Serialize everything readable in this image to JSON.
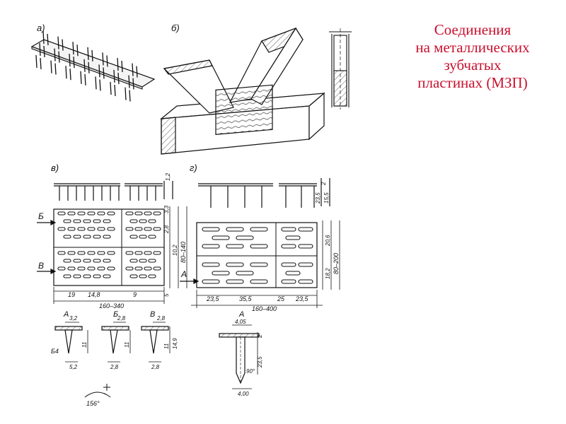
{
  "title": {
    "lines": [
      "Соединения",
      "на металлических",
      "зубчатых",
      "пластинах (МЗП)"
    ],
    "color": "#c8102e"
  },
  "panels": {
    "a": {
      "label": "а)"
    },
    "b": {
      "label": "б)"
    },
    "v": {
      "label": "в)"
    },
    "g": {
      "label": "г)"
    }
  },
  "labels_v": {
    "section_b": "Б",
    "section_v": "В",
    "dim_19": "19",
    "dim_14_8": "14,8",
    "dim_9": "9",
    "dim_160_340": "160–340",
    "dim_80_140": "80–140",
    "dim_1_2": "1,2",
    "dim_3_3": "3,3",
    "dim_2_8": "2,8",
    "dim_10_2": "10,2",
    "dim_5": "5",
    "section_a": "А",
    "sec_a_label": "А",
    "sec_b_label": "Б",
    "sec_v_label": "В",
    "dim_3_2": "3,2",
    "dim_5_2": "5,2",
    "dim_11": "11",
    "dim_14_9": "14,9",
    "dim_b4": "Б4",
    "angle_156": "156°"
  },
  "labels_g": {
    "section_a": "А",
    "dim_23_5a": "23,5",
    "dim_35_5": "35,5",
    "dim_25": "25",
    "dim_23_5b": "23,5",
    "dim_160_400": "160–400",
    "dim_80_200": "80–200",
    "dim_20_6": "20,6",
    "dim_18_2": "18,2",
    "dim_2": "2",
    "dim_15_5": "15,5",
    "dim_23_5c": "23,5",
    "sec_a_label": "А",
    "dim_4_05": "4,05",
    "dim_4_00": "4,00",
    "angle_90": "90°",
    "dim_23_5d": "23,5"
  }
}
